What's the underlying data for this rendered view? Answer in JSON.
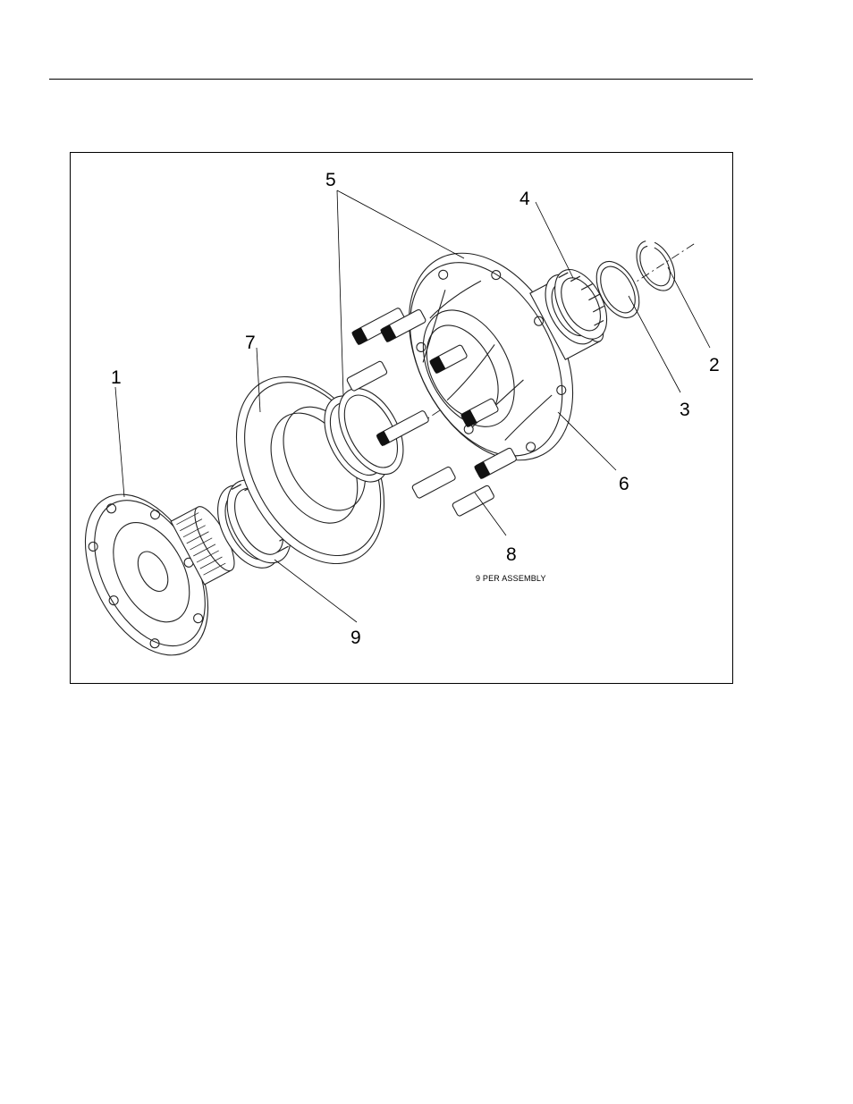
{
  "figure": {
    "callouts": [
      "1",
      "2",
      "3",
      "4",
      "5",
      "6",
      "7",
      "8",
      "9"
    ],
    "note": "9 PER ASSEMBLY"
  }
}
